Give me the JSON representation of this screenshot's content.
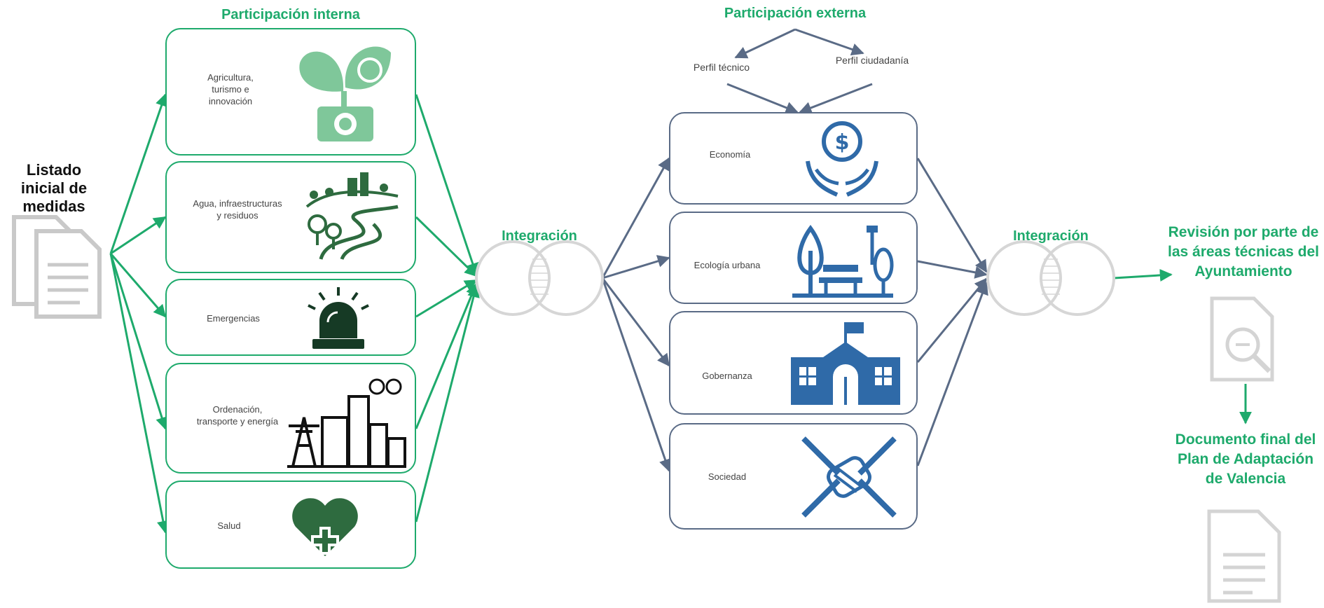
{
  "internal": {
    "title": "Participación interna",
    "initial_list": "Listado inicial de medidas",
    "areas": [
      {
        "label": "Agricultura, turismo e innovación",
        "icon": "plant-camera-icon",
        "color": "#7fc79a"
      },
      {
        "label": "Agua, infraestructuras y residuos",
        "icon": "landscape-river-icon",
        "color": "#2e6b3f"
      },
      {
        "label": "Emergencias",
        "icon": "siren-light-icon",
        "color": "#163a25"
      },
      {
        "label": "Ordenación, transporte y energía",
        "icon": "city-power-icon",
        "color": "#111111"
      },
      {
        "label": "Salud",
        "icon": "heart-plus-icon",
        "color": "#2e6b3f"
      }
    ]
  },
  "integration_1": "Integración",
  "external": {
    "title": "Participación externa",
    "profiles": [
      "Perfil técnico",
      "Perfil ciudadanía"
    ],
    "areas": [
      {
        "label": "Economía",
        "icon": "money-hands-icon",
        "color": "#2f6aa8"
      },
      {
        "label": "Ecología urbana",
        "icon": "park-icon",
        "color": "#2f6aa8"
      },
      {
        "label": "Gobernanza",
        "icon": "town-hall-icon",
        "color": "#2f6aa8"
      },
      {
        "label": "Sociedad",
        "icon": "joined-hands-icon",
        "color": "#2f6aa8"
      }
    ]
  },
  "integration_2": "Integración",
  "review": "Revisión por parte de las áreas técnicas del Ayuntamiento",
  "final_doc": "Documento final del Plan de Adaptación de Valencia",
  "colors": {
    "green": "#1eaa6c",
    "blue": "#5a6b86",
    "grey": "#d6d6d6"
  }
}
